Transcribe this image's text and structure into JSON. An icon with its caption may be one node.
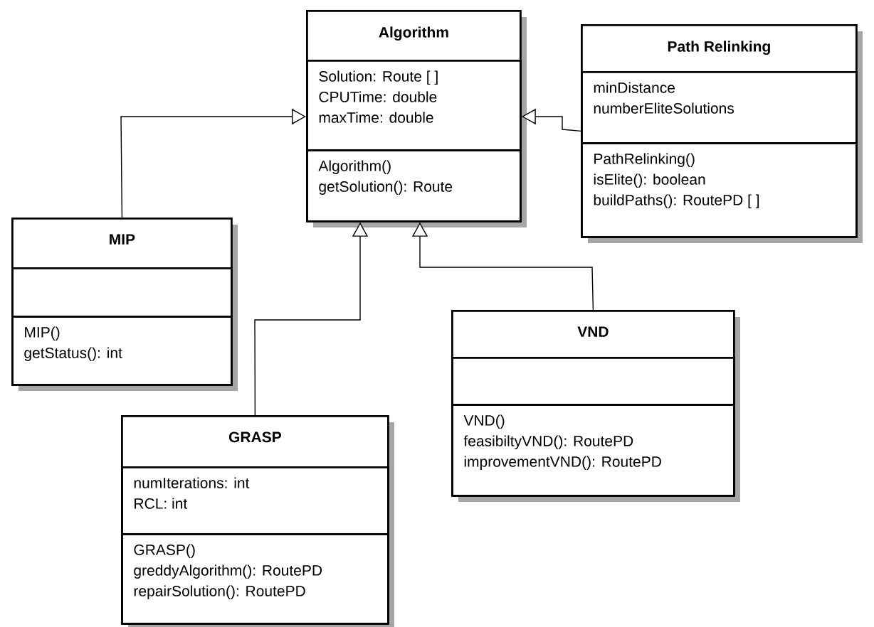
{
  "diagram": {
    "nodes": [
      {
        "text": [
          "Algorithm"
        ]
      },
      {
        "text": [
          "Solution: Route [ ]",
          "CPUTime: double",
          "maxTime: double"
        ],
        "in": 0
      },
      {
        "text": [
          "Algorithm()",
          "getSolution(): Route"
        ],
        "in": 0
      },
      {
        "text": [
          "Path Relinking"
        ]
      },
      {
        "text": [
          "minDistance",
          "numberEliteSolutions"
        ],
        "in": 3
      },
      {
        "text": [
          "PathRelinking()",
          "isElite(): boolean",
          "buildPaths(): RoutePD [ ]"
        ],
        "in": 3
      },
      {
        "text": [
          "MIP"
        ]
      },
      {
        "text": [],
        "shape": "box",
        "in": 6
      },
      {
        "text": [
          "MIP()",
          "getStatus(): int"
        ],
        "in": 6
      },
      {
        "text": [
          "VND"
        ]
      },
      {
        "text": [],
        "shape": "box",
        "in": 9
      },
      {
        "text": [
          "VND()",
          "feasibiltyVND(): RoutePD",
          "improvementVND(): RoutePD"
        ],
        "in": 9
      },
      {
        "text": [
          "GRASP"
        ]
      },
      {
        "text": [
          "numIterations: int",
          "RCL: int"
        ],
        "in": 12
      },
      {
        "text": [
          "GRASP()",
          "greddyAlgorithm(): RoutePD",
          "repairSolution(): RoutePD"
        ],
        "in": 12
      }
    ],
    "edges": [
      {
        "from": 6,
        "to": 0,
        "arrow": "to"
      },
      {
        "from": 3,
        "to": 0,
        "arrow": "to"
      },
      {
        "from": 12,
        "to": 0,
        "arrow": "to"
      },
      {
        "from": 9,
        "to": 0,
        "arrow": "to"
      }
    ]
  }
}
